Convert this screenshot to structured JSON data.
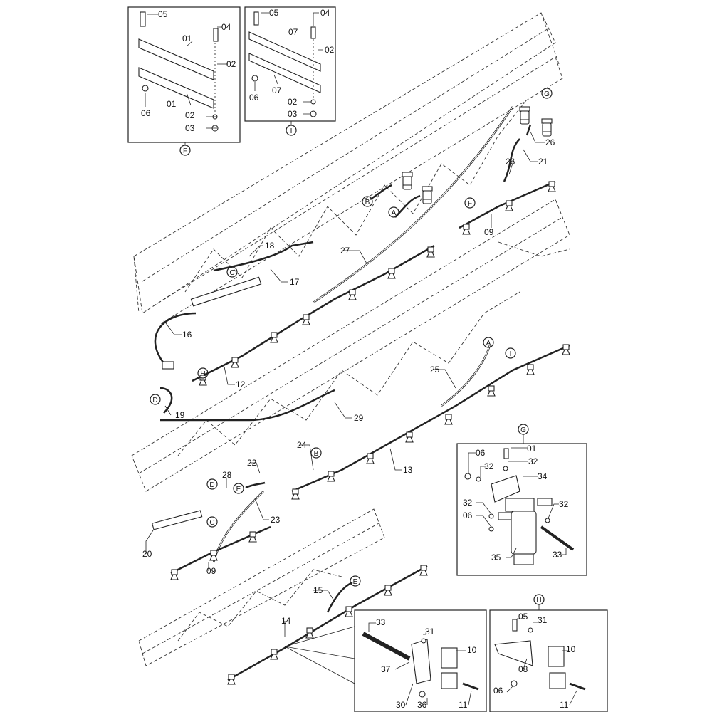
{
  "detail_F": {
    "callout": "F",
    "labels": [
      "05",
      "04",
      "01",
      "02",
      "01",
      "06",
      "02",
      "03"
    ]
  },
  "detail_I": {
    "callout": "I",
    "labels": [
      "05",
      "04",
      "07",
      "02",
      "06",
      "07",
      "02",
      "03"
    ]
  },
  "detail_G": {
    "callout": "G",
    "labels": [
      "06",
      "01",
      "32",
      "32",
      "34",
      "32",
      "06",
      "32",
      "35",
      "33"
    ]
  },
  "detail_nozzle": {
    "labels": [
      "33",
      "31",
      "10",
      "37",
      "30",
      "36",
      "11"
    ]
  },
  "detail_H": {
    "callout": "H",
    "labels": [
      "05",
      "31",
      "10",
      "08",
      "06",
      "11"
    ]
  },
  "main": {
    "callouts": [
      "G",
      "B",
      "A",
      "F",
      "C",
      "H",
      "D",
      "A",
      "I",
      "B",
      "E",
      "D",
      "C",
      "E"
    ],
    "labels": [
      "26",
      "21",
      "26",
      "09",
      "27",
      "18",
      "17",
      "16",
      "12",
      "19",
      "25",
      "29",
      "24",
      "13",
      "22",
      "28",
      "23",
      "20",
      "09",
      "15",
      "14"
    ]
  }
}
